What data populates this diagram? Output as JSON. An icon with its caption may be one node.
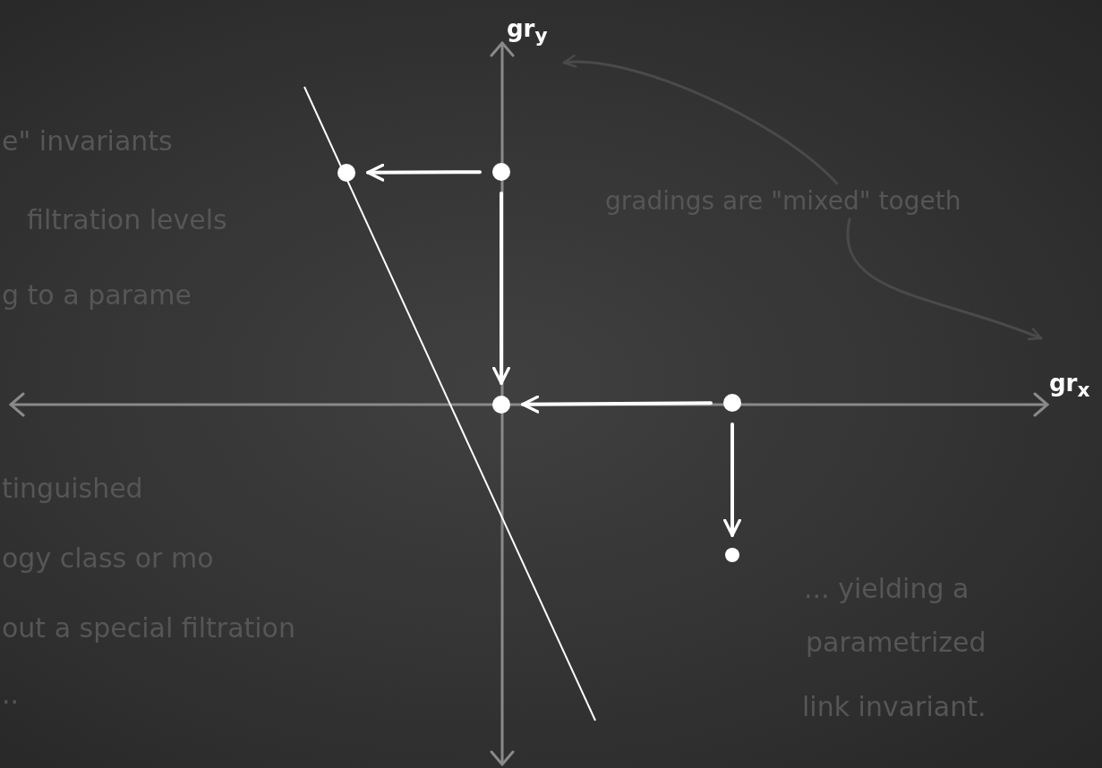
{
  "diagram": {
    "nodes": [
      {
        "text": [
          "gradings are \"mixed\" togeth"
        ]
      },
      {
        "text": [],
        "shape": "circle"
      },
      {
        "text": [],
        "shape": "circle"
      },
      {
        "text": [],
        "shape": "circle"
      },
      {
        "text": [],
        "shape": "circle"
      },
      {
        "text": [],
        "shape": "circle"
      }
    ],
    "edges": [
      {
        "from": 2,
        "to": 1,
        "arrow": "to"
      },
      {
        "from": 2,
        "to": 3,
        "arrow": "to"
      },
      {
        "from": 4,
        "to": 3,
        "arrow": "to"
      },
      {
        "from": 4,
        "to": 5,
        "arrow": "to"
      },
      {
        "from": 0,
        "to": null,
        "arrow": "to",
        "color": "#4a4a4a"
      },
      {
        "from": 0,
        "to": null,
        "arrow": "to",
        "color": "#4a4a4a"
      }
    ],
    "labels": [
      "gr$_{y}$",
      "e\" invariants",
      "filtration levels",
      "g to a parame",
      "gr$_{x}$",
      "tinguished",
      "ogy class or mo",
      "out a special filtration",
      "..",
      "... yielding a",
      "parametrized",
      "link invariant."
    ]
  }
}
